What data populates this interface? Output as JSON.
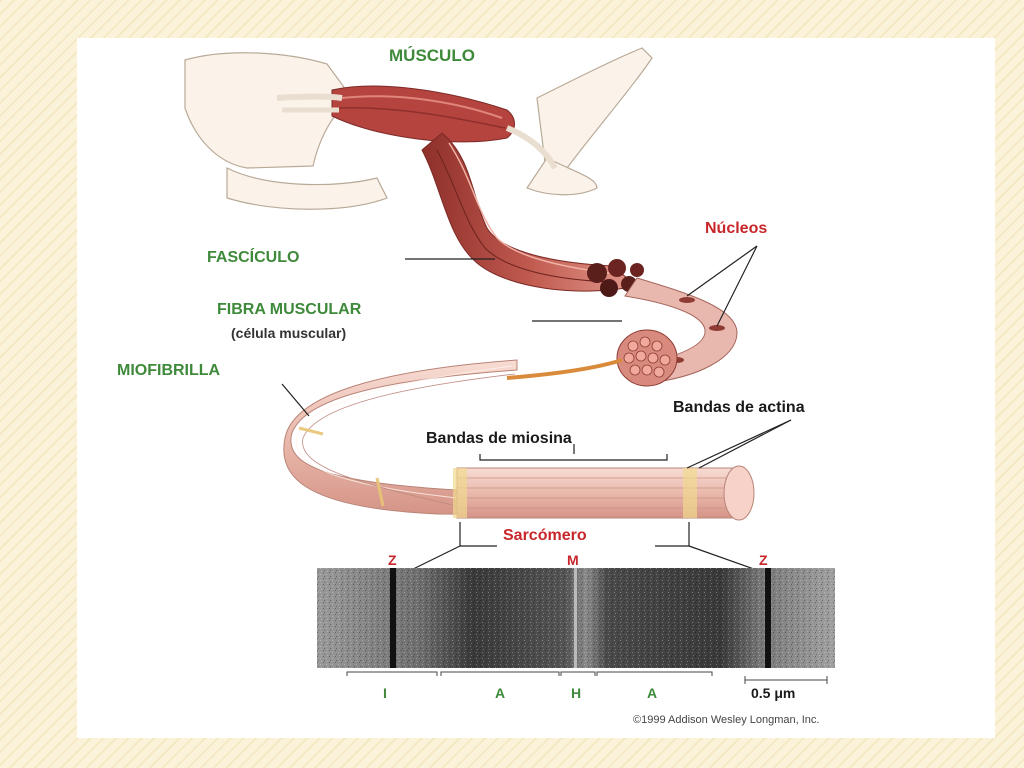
{
  "labels": {
    "musculo": "MÚSCULO",
    "fasciculo": "FASCÍCULO",
    "nucleos": "Núcleos",
    "fibra": "FIBRA MUSCULAR",
    "celula": "(célula muscular)",
    "miofibrilla": "MIOFIBRILLA",
    "actina": "Bandas de actina",
    "miosina": "Bandas de miosina",
    "sarcomero": "Sarcómero",
    "z_left": "Z",
    "m": "M",
    "z_right": "Z"
  },
  "bands": [
    "I",
    "A",
    "H",
    "A"
  ],
  "scale": "0.5 μm",
  "copyright": "©1999 Addison Wesley Longman, Inc.",
  "colors": {
    "green_label": "#3e8a3a",
    "red_label": "#c8262b",
    "muscle": "#b5443f",
    "fiber": "#e8b8ae"
  }
}
